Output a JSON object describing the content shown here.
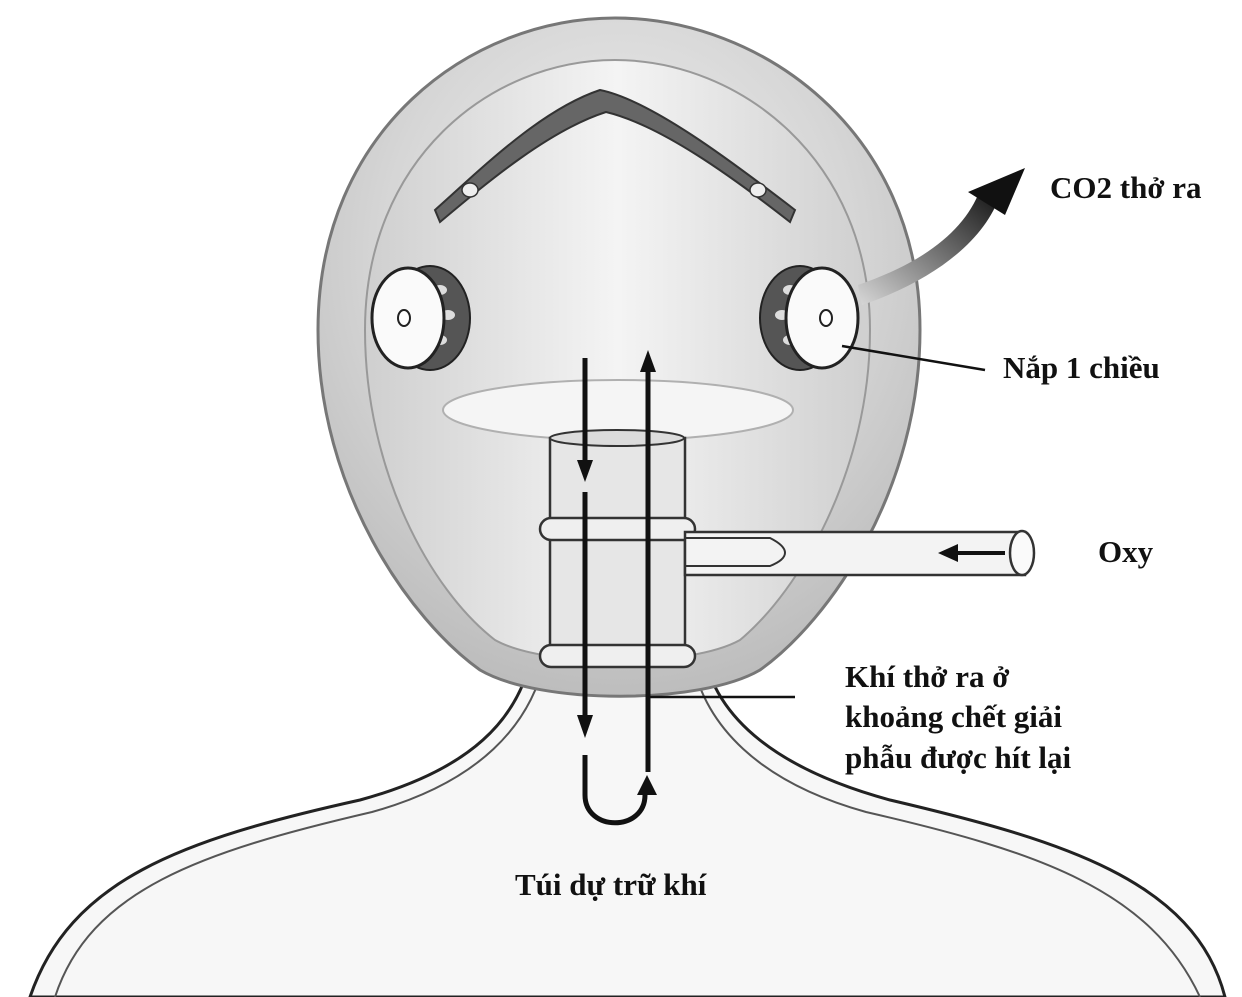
{
  "labels": {
    "co2_out": "CO2 thở ra",
    "one_way_valve": "Nắp 1 chiều",
    "oxygen": "Oxy",
    "rebreathed_gas": {
      "line1": "Khí thở ra ở",
      "line2": "khoảng chết giải",
      "line3": "phẫu được hít lại"
    },
    "reservoir_bag": "Túi dự trữ khí"
  },
  "colors": {
    "mask_fill": "#c9c9c9",
    "mask_inner": "#e3e3e3",
    "bag_fill": "#f7f7f7",
    "line": "#141414"
  },
  "icons": {
    "left_valve": "one-way-valve-icon",
    "right_valve": "one-way-valve-icon"
  }
}
